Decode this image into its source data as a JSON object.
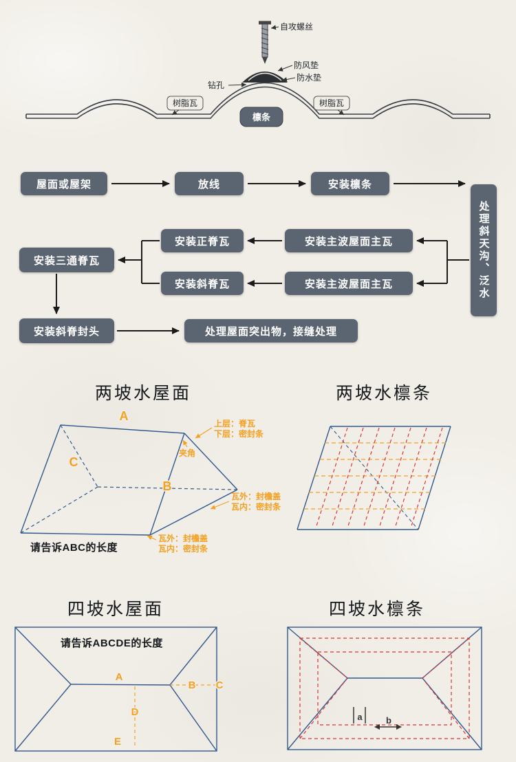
{
  "install_diagram": {
    "screw_label": "自攻螺丝",
    "wind_pad_label": "防风垫",
    "water_pad_label": "防水垫",
    "drill_label": "钻孔",
    "resin_tile_left_label": "树脂瓦",
    "resin_tile_right_label": "树脂瓦",
    "purlin_label": "檩条"
  },
  "flowchart": {
    "roof_or_truss": "屋面或屋架",
    "set_line": "放线",
    "install_purlin": "安装檩条",
    "handle_valley": "处理斜天沟、泛水",
    "install_main_tile_1": "安装主波屋面主瓦",
    "install_main_tile_2": "安装主波屋面主瓦",
    "install_main_ridge": "安装正脊瓦",
    "install_hip_ridge": "安装斜脊瓦",
    "install_tee_ridge": "安装三通脊瓦",
    "install_hip_end": "安装斜脊封头",
    "handle_protrusion": "处理屋面突出物，接缝处理"
  },
  "gable_roof": {
    "title": "两坡水屋面",
    "label_a": "A",
    "label_b": "B",
    "label_c": "C",
    "ridge_upper": "上层：脊瓦",
    "ridge_lower": "下层：密封条",
    "angle": "夹角",
    "gable_outer": "瓦外：封檐盖",
    "gable_inner": "瓦内：密封条",
    "eave_outer": "瓦外：封檐盖",
    "eave_inner": "瓦内：密封条",
    "note": "请告诉ABC的长度"
  },
  "gable_purlin": {
    "title": "两坡水檩条"
  },
  "hip_roof": {
    "title": "四坡水屋面",
    "note": "请告诉ABCDE的长度",
    "label_a": "A",
    "label_b": "B",
    "label_c": "C",
    "label_d": "D",
    "label_e": "E"
  },
  "hip_purlin": {
    "title": "四坡水檩条",
    "label_a": "a",
    "label_b": "b"
  },
  "colors": {
    "box_fill": "#5b6471",
    "line_blue": "#30588c",
    "accent_orange": "#f5a021",
    "accent_red": "#dd3333",
    "ink": "#1a1a1a",
    "background": "#f1eee7"
  }
}
